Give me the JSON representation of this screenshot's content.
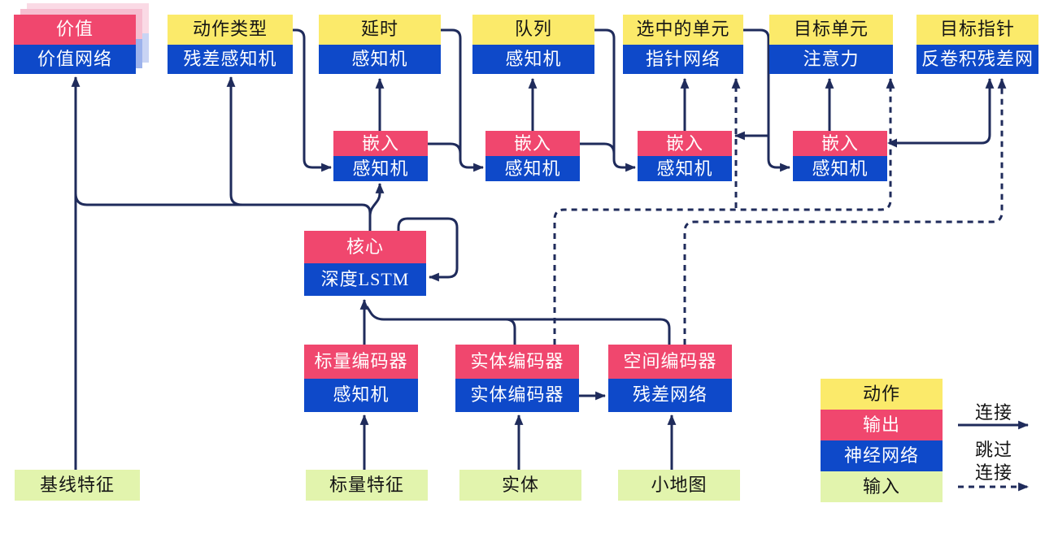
{
  "diagram_title": "agent-architecture-diagram",
  "heads": [
    {
      "id": "value",
      "top": "价值",
      "bottom": "价值网络",
      "top_color": "#f0476e"
    },
    {
      "id": "action-type",
      "top": "动作类型",
      "bottom": "残差感知机",
      "top_color": "#fbea6a"
    },
    {
      "id": "delay",
      "top": "延时",
      "bottom": "感知机",
      "top_color": "#fbea6a"
    },
    {
      "id": "queue",
      "top": "队列",
      "bottom": "感知机",
      "top_color": "#fbea6a"
    },
    {
      "id": "selected-units",
      "top": "选中的单元",
      "bottom": "指针网络",
      "top_color": "#fbea6a"
    },
    {
      "id": "target-unit",
      "top": "目标单元",
      "bottom": "注意力",
      "top_color": "#fbea6a"
    },
    {
      "id": "target-point",
      "top": "目标指针",
      "bottom": "反卷积残差网",
      "top_color": "#fbea6a"
    }
  ],
  "embeds": [
    {
      "top": "嵌入",
      "bottom": "感知机"
    },
    {
      "top": "嵌入",
      "bottom": "感知机"
    },
    {
      "top": "嵌入",
      "bottom": "感知机"
    },
    {
      "top": "嵌入",
      "bottom": "感知机"
    }
  ],
  "core": {
    "top": "核心",
    "bottom": "深度LSTM"
  },
  "encoders": [
    {
      "id": "scalar-encoder",
      "top": "标量编码器",
      "bottom": "感知机"
    },
    {
      "id": "entity-encoder",
      "top": "实体编码器",
      "bottom": "实体编码器"
    },
    {
      "id": "spatial-encoder",
      "top": "空间编码器",
      "bottom": "残差网络"
    }
  ],
  "inputs": [
    {
      "id": "baseline-features",
      "label": "基线特征"
    },
    {
      "id": "scalar-features",
      "label": "标量特征"
    },
    {
      "id": "entities",
      "label": "实体"
    },
    {
      "id": "minimap",
      "label": "小地图"
    }
  ],
  "legend": {
    "items": [
      {
        "label": "动作",
        "color": "#fbea6a"
      },
      {
        "label": "输出",
        "color": "#f0476e"
      },
      {
        "label": "神经网络",
        "color": "#0e49c9"
      },
      {
        "label": "输入",
        "color": "#e2f4ad"
      }
    ],
    "solid_arrow_label": "连接",
    "dashed_arrow_label_line1": "跳过",
    "dashed_arrow_label_line2": "连接"
  },
  "colors": {
    "action_yellow": "#fbea6a",
    "output_pink": "#f0476e",
    "network_blue": "#0e49c9",
    "input_green": "#e2f4ad",
    "line_navy": "#1f2b5b",
    "background": "#ffffff"
  }
}
